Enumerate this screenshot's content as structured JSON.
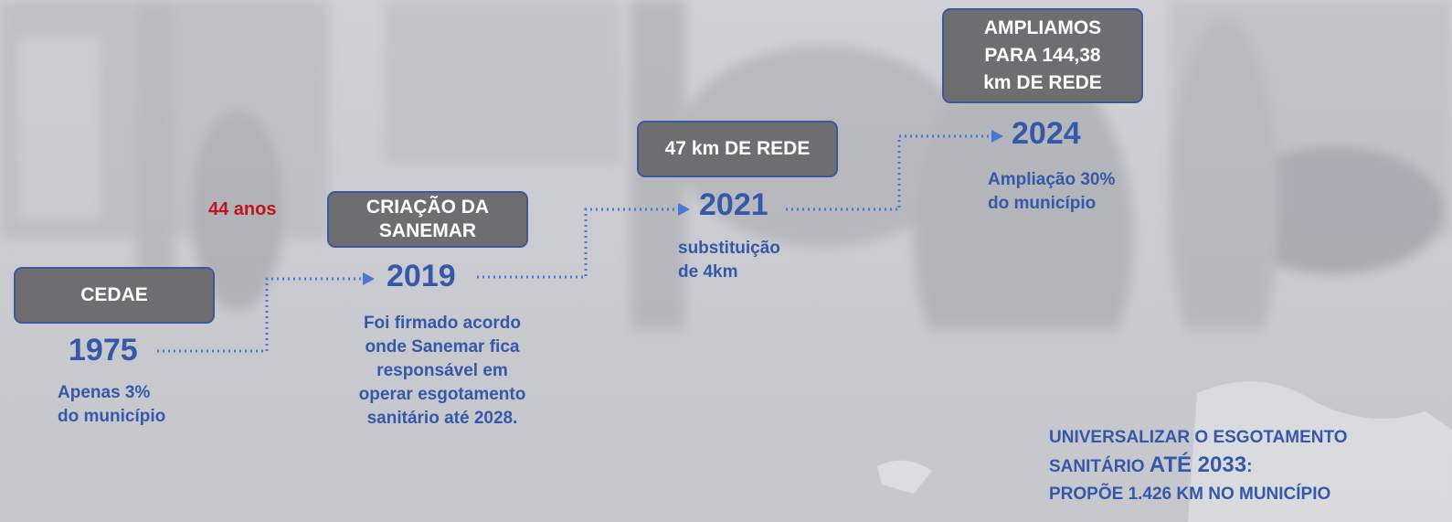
{
  "timeline": {
    "gap_label": "44 anos",
    "milestones": [
      {
        "year": "1975",
        "box": "CEDAE",
        "note": "Apenas 3%\ndo município"
      },
      {
        "year": "2019",
        "box": "CRIAÇÃO DA\nSANEMAR",
        "note": "Foi firmado acordo\nonde Sanemar fica\nresponsável em\noperar esgotamento\nsanitário até 2028."
      },
      {
        "year": "2021",
        "box": "47 km DE REDE",
        "note": "substituição\nde 4km"
      },
      {
        "year": "2024",
        "box": "AMPLIAMOS\nPARA 144,38\nkm DE REDE",
        "note": "Ampliação 30%\ndo município"
      }
    ]
  },
  "goal": {
    "line1": "UNIVERSALIZAR O ESGOTAMENTO",
    "line2_prefix": "SANITÁRIO ",
    "line2_year": "ATÉ 2033",
    "line2_suffix": ":",
    "line3": "PROPÕE 1.426 KM NO MUNICÍPIO"
  },
  "colors": {
    "accent_blue": "#3658a8",
    "box_gray": "#6e6e70",
    "box_border": "#3a5a9a",
    "highlight_red": "#c0141c",
    "connector_blue": "#4a78d0"
  }
}
